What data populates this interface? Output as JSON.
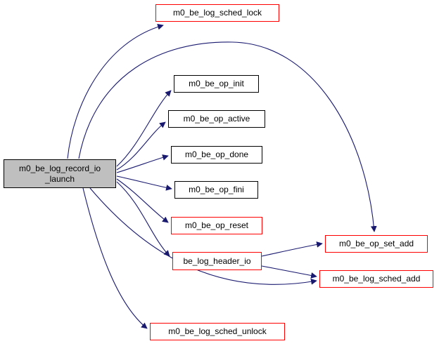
{
  "diagram": {
    "type": "call-graph",
    "nodes": [
      {
        "id": "m0_be_log_record_io_launch",
        "label": "m0_be_log_record_io\n_launch",
        "style": "root"
      },
      {
        "id": "m0_be_log_sched_lock",
        "label": "m0_be_log_sched_lock",
        "style": "red"
      },
      {
        "id": "m0_be_op_init",
        "label": "m0_be_op_init",
        "style": "black"
      },
      {
        "id": "m0_be_op_active",
        "label": "m0_be_op_active",
        "style": "black"
      },
      {
        "id": "m0_be_op_done",
        "label": "m0_be_op_done",
        "style": "black"
      },
      {
        "id": "m0_be_op_fini",
        "label": "m0_be_op_fini",
        "style": "black"
      },
      {
        "id": "m0_be_op_reset",
        "label": "m0_be_op_reset",
        "style": "red"
      },
      {
        "id": "be_log_header_io",
        "label": "be_log_header_io",
        "style": "red"
      },
      {
        "id": "m0_be_op_set_add",
        "label": "m0_be_op_set_add",
        "style": "red"
      },
      {
        "id": "m0_be_log_sched_add",
        "label": "m0_be_log_sched_add",
        "style": "red"
      },
      {
        "id": "m0_be_log_sched_unlock",
        "label": "m0_be_log_sched_unlock",
        "style": "red"
      }
    ],
    "edges": [
      {
        "from": "m0_be_log_record_io_launch",
        "to": "m0_be_log_sched_lock"
      },
      {
        "from": "m0_be_log_record_io_launch",
        "to": "m0_be_op_set_add"
      },
      {
        "from": "m0_be_log_record_io_launch",
        "to": "m0_be_op_init"
      },
      {
        "from": "m0_be_log_record_io_launch",
        "to": "m0_be_op_active"
      },
      {
        "from": "m0_be_log_record_io_launch",
        "to": "m0_be_op_done"
      },
      {
        "from": "m0_be_log_record_io_launch",
        "to": "m0_be_op_fini"
      },
      {
        "from": "m0_be_log_record_io_launch",
        "to": "m0_be_op_reset"
      },
      {
        "from": "m0_be_log_record_io_launch",
        "to": "be_log_header_io"
      },
      {
        "from": "m0_be_log_record_io_launch",
        "to": "m0_be_log_sched_add"
      },
      {
        "from": "m0_be_log_record_io_launch",
        "to": "m0_be_log_sched_unlock"
      },
      {
        "from": "be_log_header_io",
        "to": "m0_be_op_set_add"
      },
      {
        "from": "be_log_header_io",
        "to": "m0_be_log_sched_add"
      }
    ],
    "colors": {
      "arrow": "#191970",
      "red_border": "#ff0000",
      "black_border": "#000000",
      "root_fill": "#bfbfbf",
      "background": "#ffffff"
    }
  }
}
